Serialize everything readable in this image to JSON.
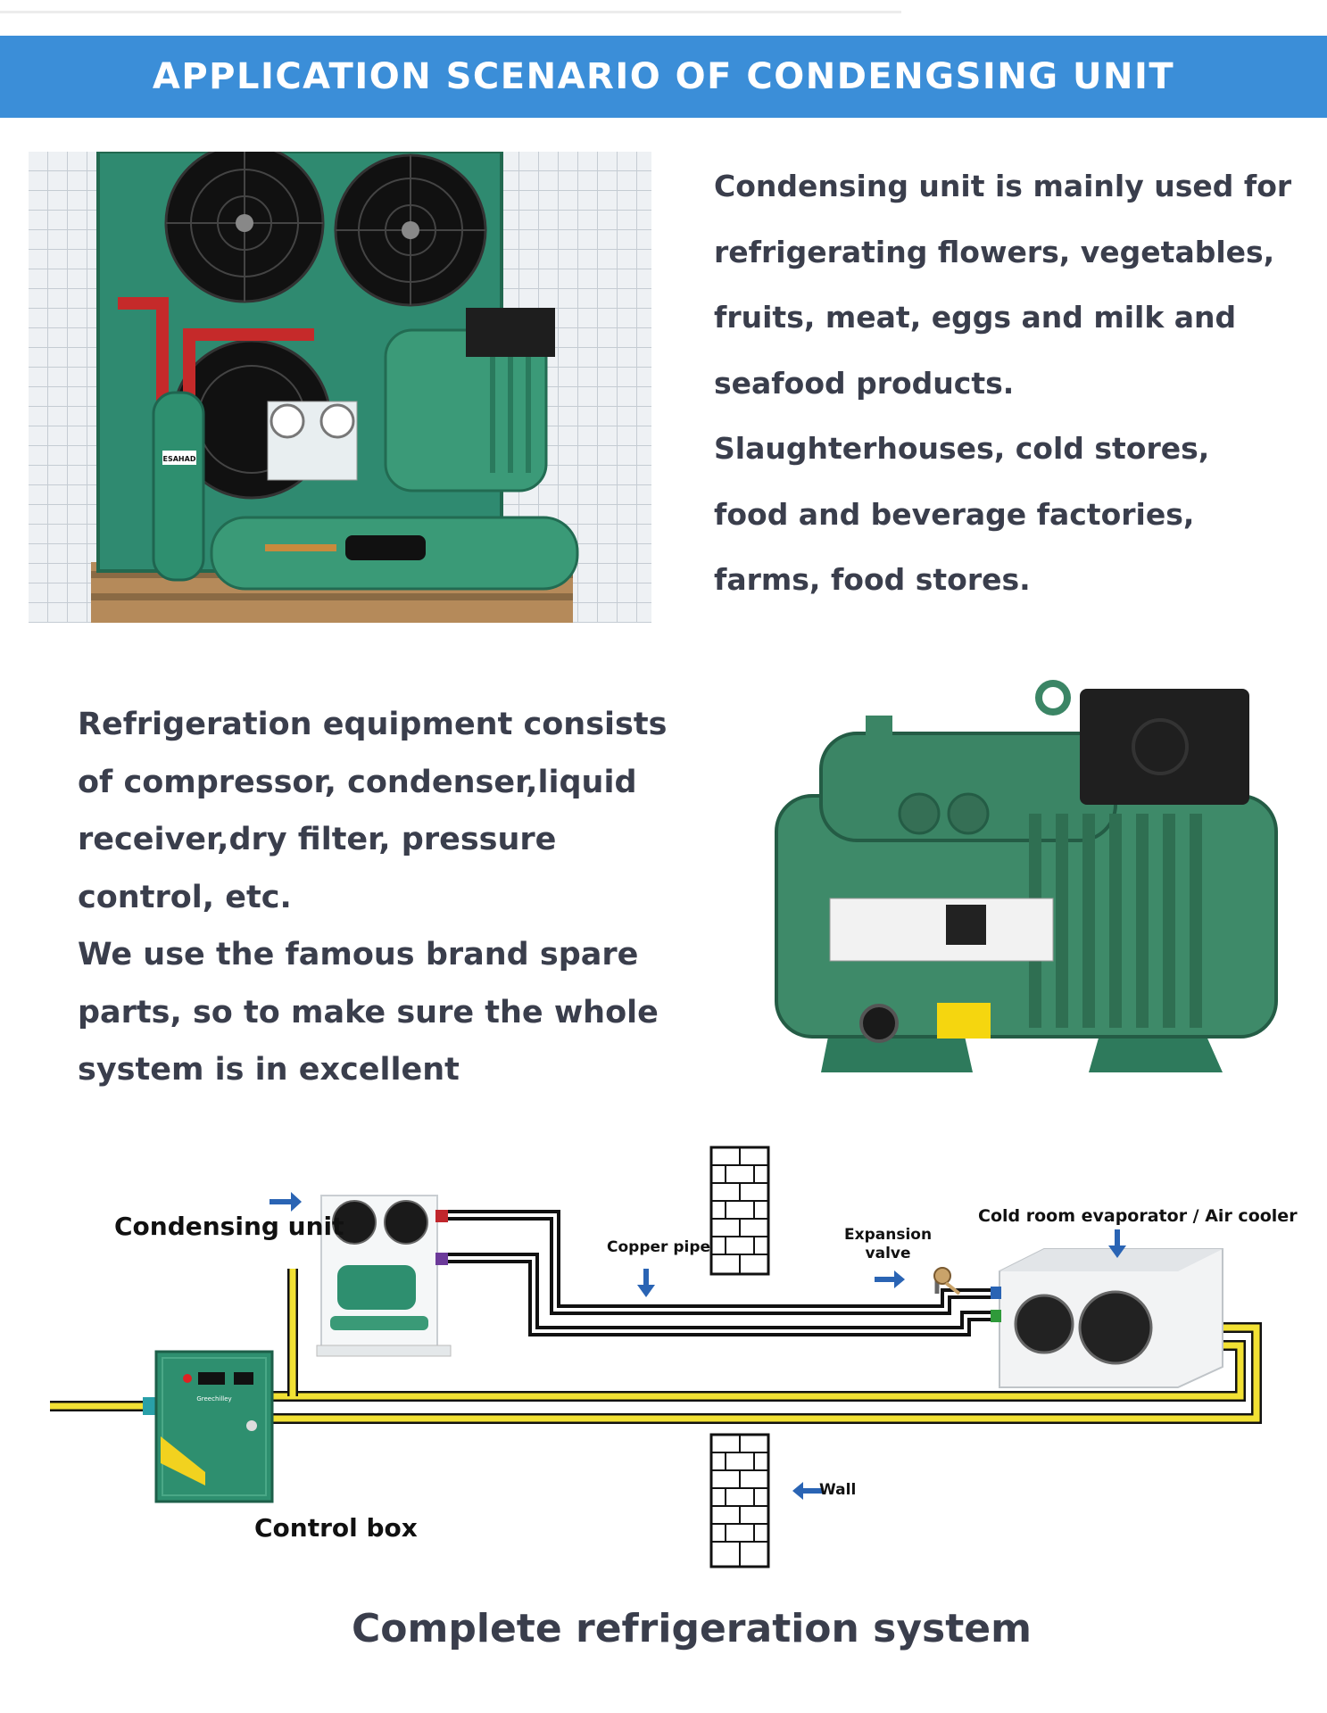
{
  "banner": {
    "title": "APPLICATION SCENARIO OF CONDENGSING UNIT"
  },
  "section1": {
    "paragraphs": [
      "Condensing unit is mainly used for refrigerating flowers, vegetables, fruits, meat, eggs and milk and seafood products.",
      "Slaughterhouses, cold stores, food and beverage factories, farms, food stores."
    ]
  },
  "section2": {
    "paragraphs": [
      "Refrigeration equipment consists of compressor, condenser,liquid receiver,dry filter, pressure control, etc.",
      "We use the famous brand spare parts, so to make sure the whole system is in excellent"
    ]
  },
  "diagram": {
    "labels": {
      "condensing_unit": "Condensing unit",
      "copper_pipe": "Copper pipe",
      "expansion_valve_line1": "Expansion",
      "expansion_valve_line2": "valve",
      "evaporator": "Cold room evaporator / Air cooler",
      "wall": "Wall",
      "control_box": "Control box"
    },
    "photo_text": {
      "unit_brand": "ESAHAD",
      "control_brand": "Greechilley"
    },
    "colors": {
      "arrow": "#2a64b4",
      "pipe": "#111111",
      "cable": "#f2e134",
      "equipment_green": "#2e8f6f"
    }
  },
  "footer": {
    "title": "Complete refrigeration system"
  }
}
